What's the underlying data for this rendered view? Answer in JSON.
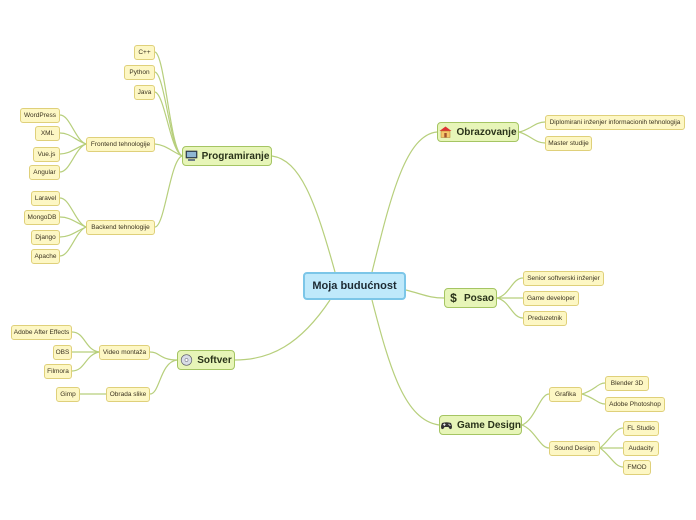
{
  "root": {
    "label": "Moja budućnost"
  },
  "branches": {
    "programiranje": {
      "label": "Programiranje",
      "icon": "computer-icon",
      "items": {
        "cpp": "C++",
        "python": "Python",
        "java": "Java",
        "frontend": {
          "label": "Frontend tehnologije",
          "items": [
            "WordPress",
            "XML",
            "Vue.js",
            "Angular"
          ]
        },
        "backend": {
          "label": "Backend tehnologije",
          "items": [
            "Laravel",
            "MongoDB",
            "Django",
            "Apache"
          ]
        }
      }
    },
    "obrazovanje": {
      "label": "Obrazovanje",
      "icon": "school-icon",
      "items": [
        "Diplomirani inženjer informacionih tehnologija",
        "Master studije"
      ]
    },
    "posao": {
      "label": "Posao",
      "icon": "dollar-icon",
      "items": [
        "Senior softverski inženjer",
        "Game developer",
        "Preduzetnik"
      ]
    },
    "softver": {
      "label": "Softver",
      "icon": "disc-icon",
      "video": {
        "label": "Video montaža",
        "items": [
          "Adobe After Effects",
          "OBS",
          "Filmora"
        ]
      },
      "slike": {
        "label": "Obrada slike",
        "items": [
          "Gimp"
        ]
      }
    },
    "game_design": {
      "label": "Game Design",
      "icon": "gamepad-icon",
      "grafika": {
        "label": "Grafika",
        "items": [
          "Blender 3D",
          "Adobe Photoshop"
        ]
      },
      "sound": {
        "label": "Sound Design",
        "items": [
          "FL Studio",
          "Audacity",
          "FMOD"
        ]
      }
    }
  },
  "colors": {
    "line": "#b7cf7c",
    "root_fill": "#bfe9fb",
    "main_fill": "#e7f5b8",
    "sub_fill": "#fdf7c4"
  }
}
